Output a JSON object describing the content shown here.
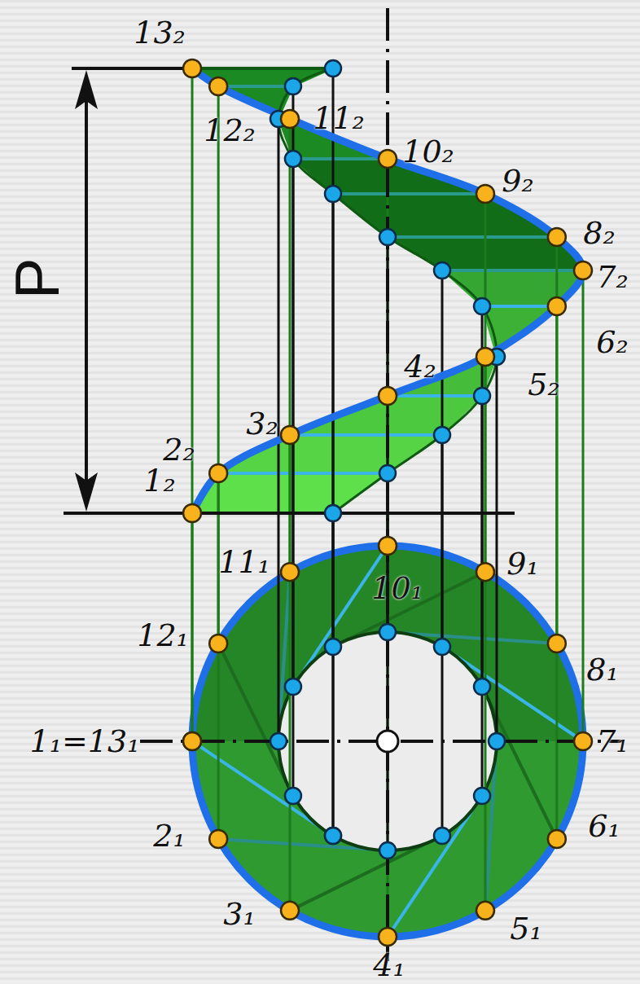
{
  "diagram": {
    "labels": [
      "13₂",
      "12₂",
      "11₂",
      "10₂",
      "9₂",
      "8₂",
      "7₂",
      "6₂",
      "5₂",
      "4₂",
      "3₂",
      "2₂",
      "1₂",
      "P",
      "11₁",
      "10₁",
      "9₁",
      "12₁",
      "8₁",
      "1₁=13₁",
      "7₁",
      "2₁",
      "6₁",
      "3₁",
      "5₁",
      "4₁"
    ]
  }
}
